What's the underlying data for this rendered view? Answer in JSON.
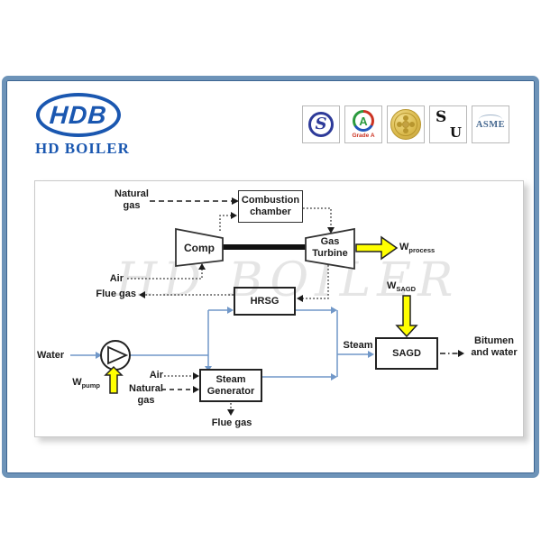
{
  "logo": {
    "monogram": "HDB",
    "name": "HD BOILER"
  },
  "badges": {
    "s_stamp": "S",
    "grade_a_letter": "A",
    "grade_a_caption": "Grade A",
    "su_s": "S",
    "su_u": "U",
    "asme": "ASME"
  },
  "watermark": "HD BOILER",
  "diagram": {
    "boxes": {
      "combustion_chamber": "Combustion chamber",
      "comp": "Comp",
      "gas_turbine": "Gas Turbine",
      "hrsg": "HRSG",
      "steam_generator": "Steam Generator",
      "sagd": "SAGD"
    },
    "labels": {
      "natural_gas_top": "Natural gas",
      "air_top": "Air",
      "flue_gas_top": "Flue gas",
      "water": "Water",
      "air_bottom": "Air",
      "natural_gas_bottom": "Natural gas",
      "flue_gas_bottom": "Flue gas",
      "steam": "Steam",
      "bitumen": "Bitumen and water"
    },
    "work_labels": {
      "process": {
        "base": "W",
        "sub": "process"
      },
      "sagd": {
        "base": "W",
        "sub": "SAGD"
      },
      "pump": {
        "base": "W",
        "sub": "pump"
      }
    },
    "colors": {
      "flow_blue": "#7097c8",
      "power_yellow": "#ffff00",
      "logo_blue": "#1a57b0",
      "frame_blue": "#6d93b8"
    }
  }
}
